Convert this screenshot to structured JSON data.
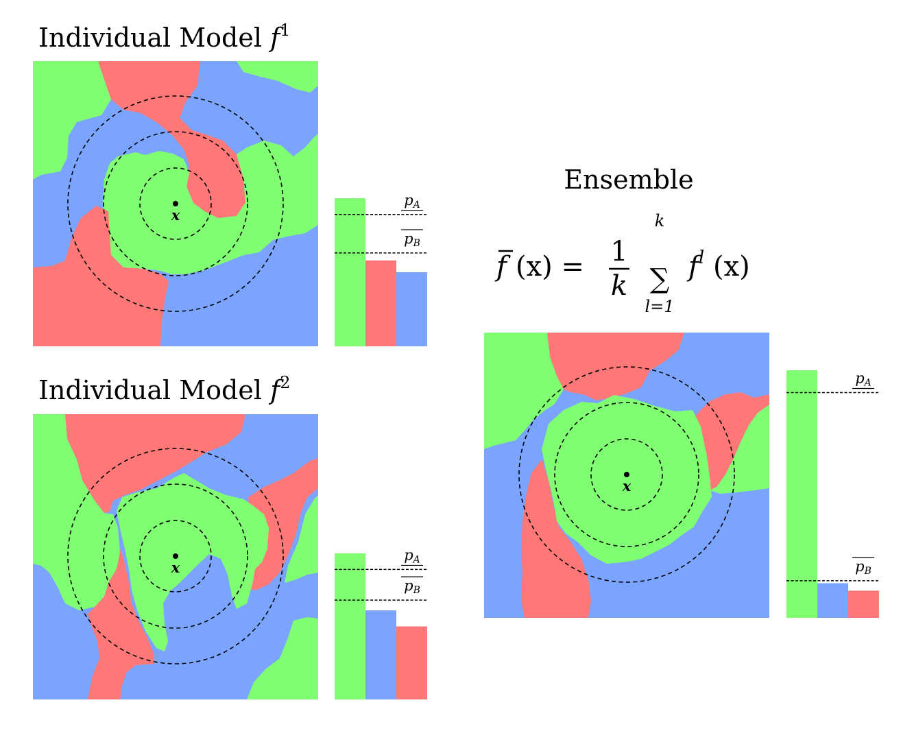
{
  "titles": {
    "model1_prefix": "Individual Model ",
    "model1_f": "f",
    "model1_sup": "1",
    "model2_prefix": "Individual Model ",
    "model2_f": "f",
    "model2_sup": "2",
    "ensemble": "Ensemble"
  },
  "formula": {
    "lhs_f": "f",
    "lhs_arg": "(x) = ",
    "frac_num": "1",
    "frac_den": "k",
    "sum_top": "k",
    "sum_symbol": "∑",
    "sum_bottom": "l=1",
    "rhs_f": "f",
    "rhs_sup": "l",
    "rhs_arg": "(x)"
  },
  "point_label": "x",
  "bar_labels": {
    "pA": "p",
    "pA_sub": "A",
    "pB": "p",
    "pB_sub": "B"
  },
  "colors": {
    "green": "#80FF72",
    "red": "#FF7878",
    "blue": "#7BA4FF"
  },
  "bar_panels": [
    {
      "name": "model-1",
      "order": [
        "green",
        "red",
        "blue"
      ],
      "values": [
        1.0,
        0.58,
        0.5
      ],
      "pA_level": 0.89,
      "pB_level": 0.63
    },
    {
      "name": "model-2",
      "order": [
        "green",
        "blue",
        "red"
      ],
      "values": [
        1.0,
        0.61,
        0.5
      ],
      "pA_level": 0.89,
      "pB_level": 0.68
    },
    {
      "name": "ensemble",
      "order": [
        "green",
        "blue",
        "red"
      ],
      "values": [
        1.0,
        0.14,
        0.11
      ],
      "pA_level": 0.91,
      "pB_level": 0.15
    }
  ]
}
